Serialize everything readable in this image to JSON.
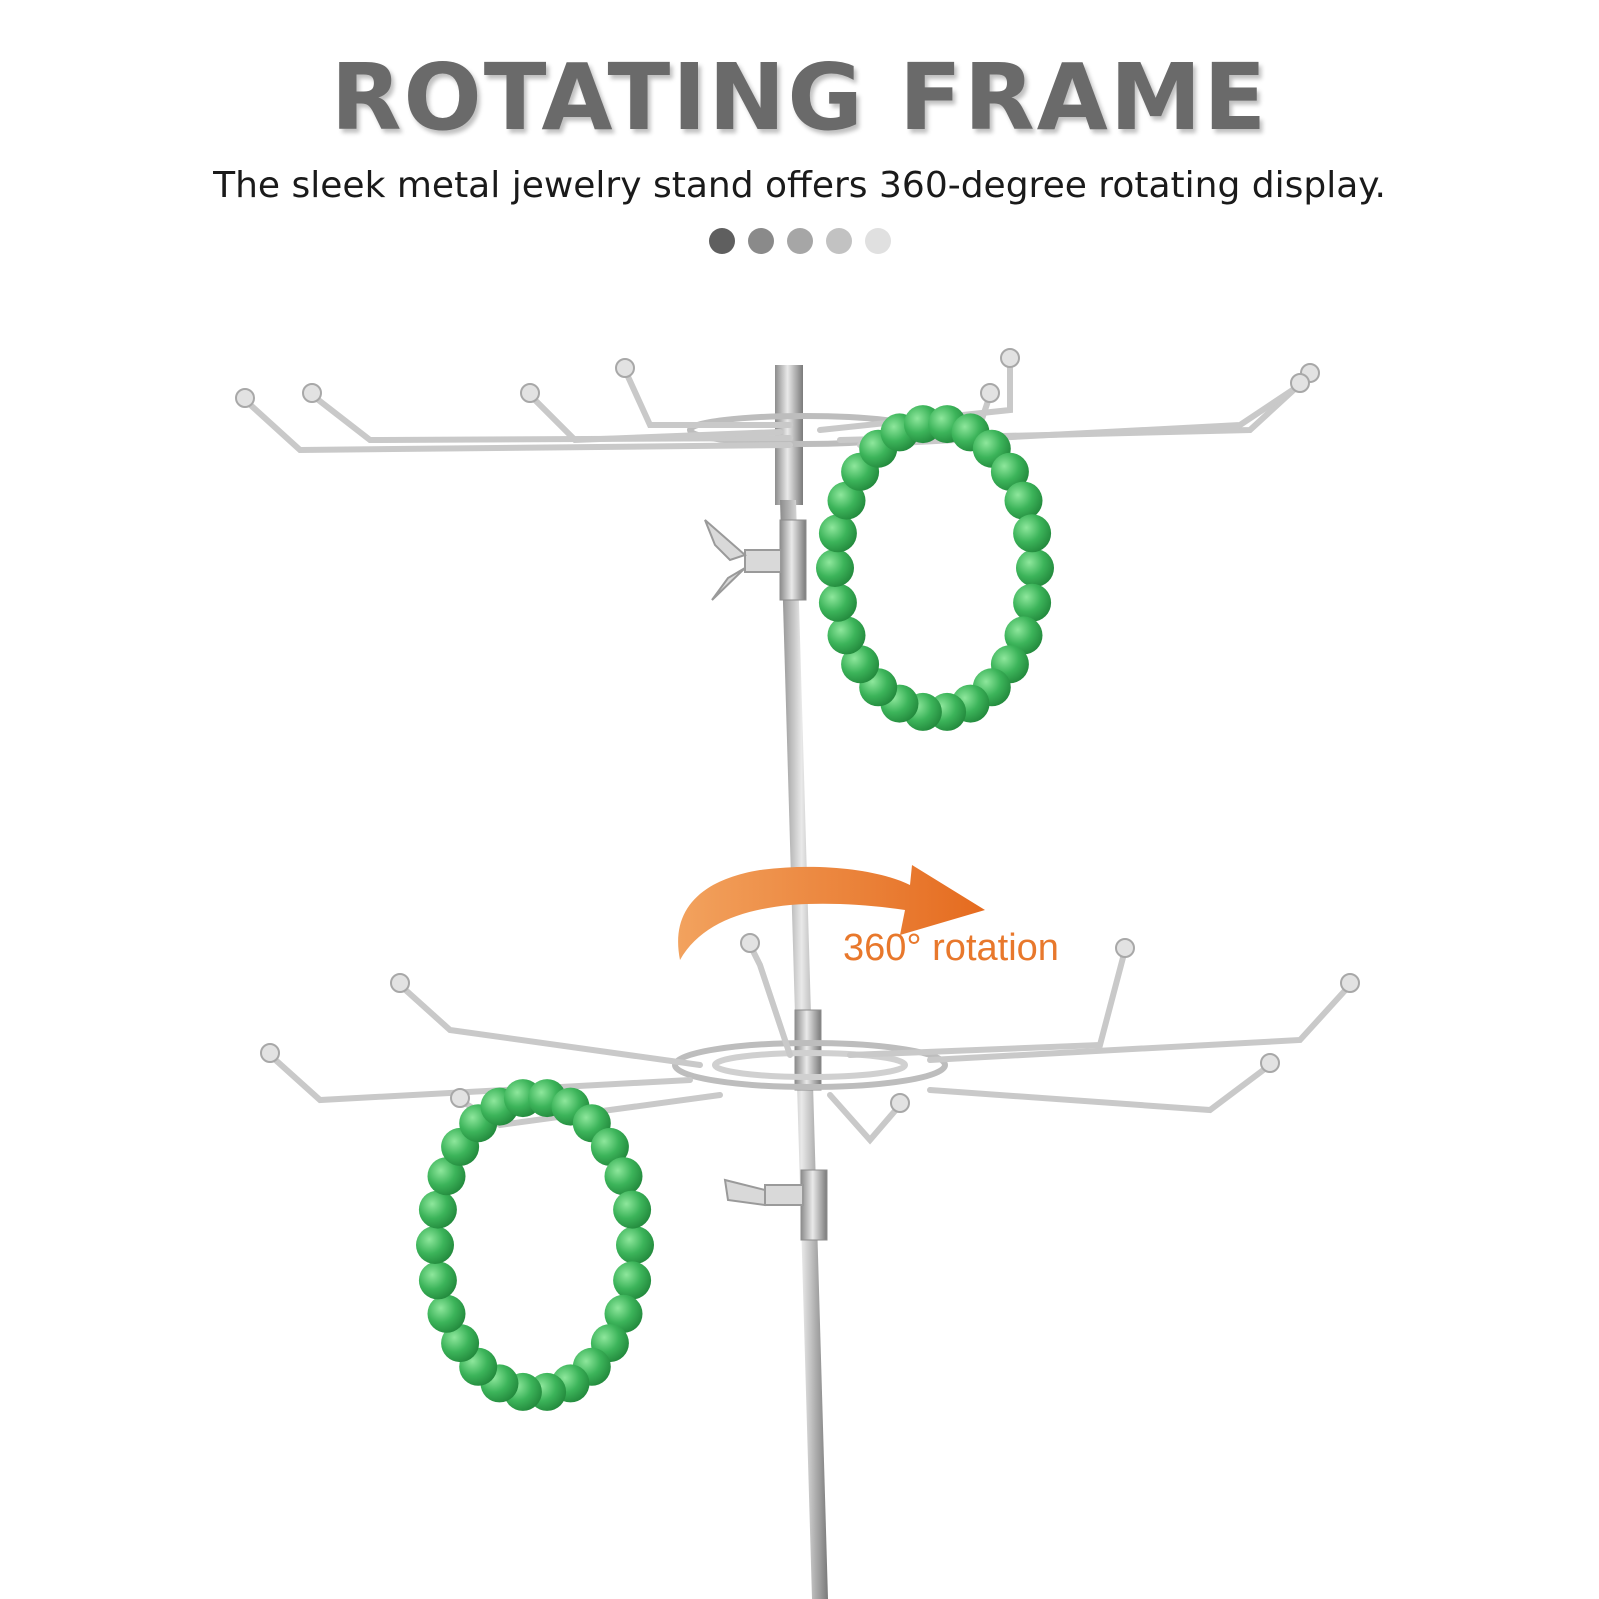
{
  "header": {
    "title": "ROTATING FRAME",
    "subtitle": "The sleek metal jewelry stand offers 360-degree rotating display."
  },
  "indicator_dots": [
    {
      "color": "#5f5f5f"
    },
    {
      "color": "#8a8a8a"
    },
    {
      "color": "#a6a6a6"
    },
    {
      "color": "#c2c2c2"
    },
    {
      "color": "#e0e0e0"
    }
  ],
  "annotation": {
    "label": "360° rotation",
    "color": "#e8782c",
    "arrow_icon": "curved-arrow-icon"
  },
  "colors": {
    "metal": "#c9c9c9",
    "metal_dark": "#9a9a9a",
    "bead": "#3cb45a",
    "bead_light": "#7be08e"
  }
}
